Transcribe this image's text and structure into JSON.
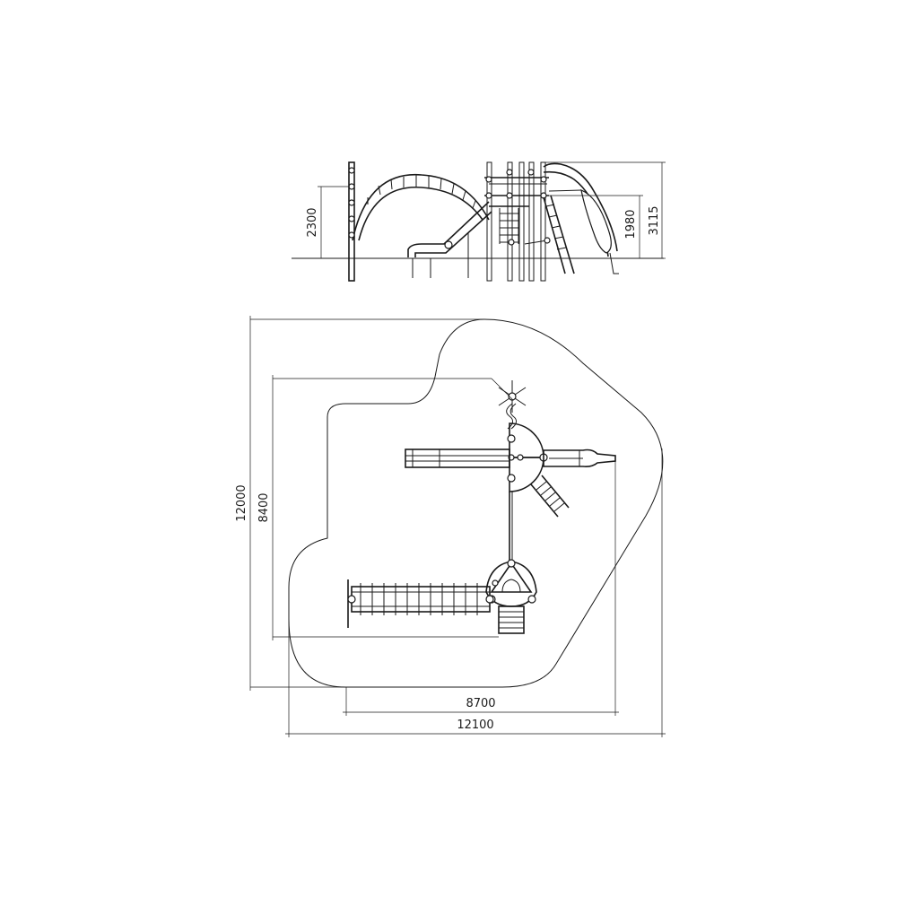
{
  "elevation": {
    "dim_height_left": "2300",
    "dim_height_platform": "1980",
    "dim_height_total": "3115"
  },
  "plan": {
    "dim_overall_height": "12000",
    "dim_inner_height": "8400",
    "dim_inner_width": "8700",
    "dim_overall_width": "12100"
  }
}
